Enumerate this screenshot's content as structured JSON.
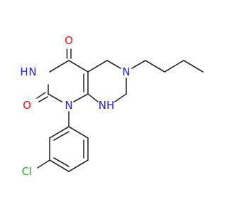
{
  "colors": {
    "background": "#ffffff",
    "bond": "#2b2b2b",
    "nitrogen": "#2222dd",
    "oxygen": "#ee1111",
    "chlorine": "#22aa22"
  },
  "atoms": {
    "o_top": "O",
    "o_left": "O",
    "nh_upper": "H",
    "nh_upper_n": "N",
    "n1": "N",
    "n6": "N",
    "nh_lower": "NH",
    "cl": "Cl"
  }
}
